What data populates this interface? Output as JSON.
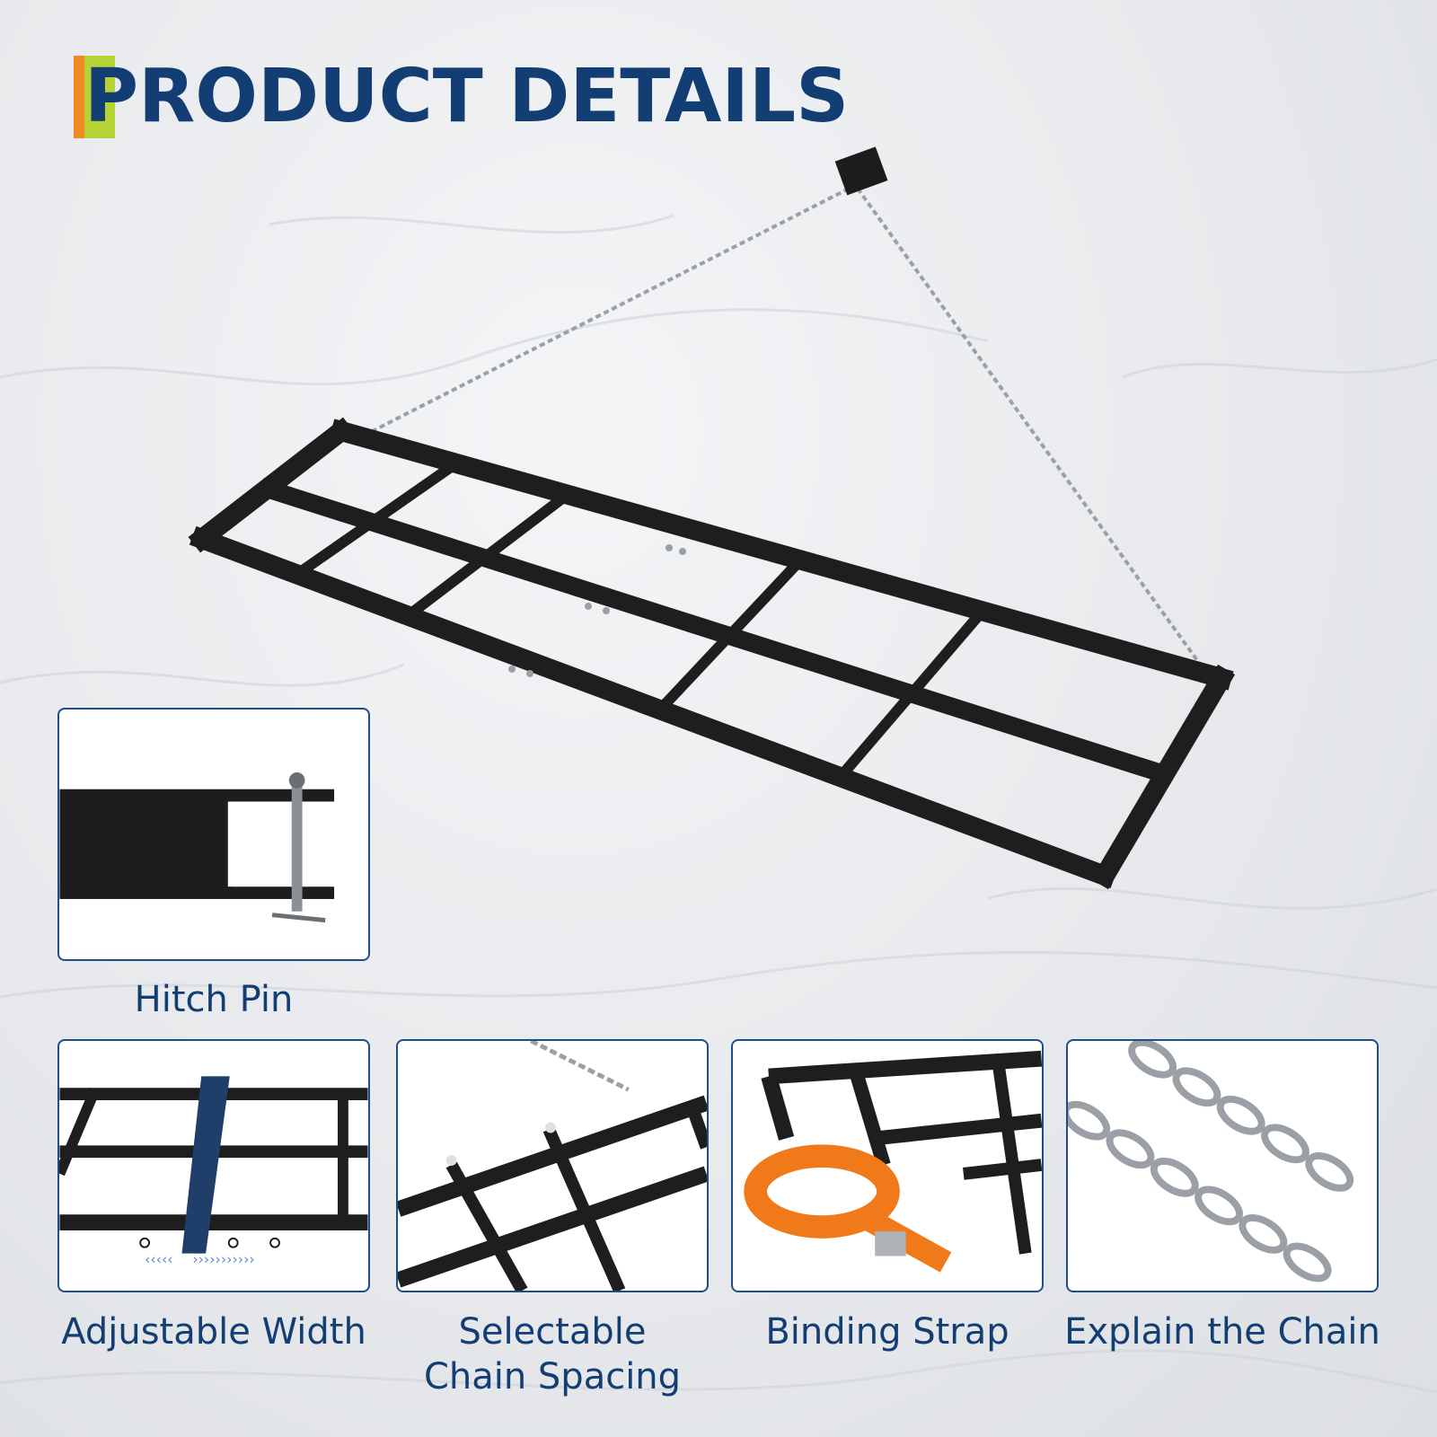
{
  "header": {
    "title": "PRODUCT DETAILS",
    "accent_colors": {
      "orange": "#f08a24",
      "green": "#b5d334",
      "navy": "#123e73"
    }
  },
  "main_image": {
    "icon": "drag-harrow-frame-icon"
  },
  "features": [
    {
      "label": "Hitch Pin",
      "icon": "hitch-pin-icon"
    },
    {
      "label": "Adjustable Width",
      "icon": "adjustable-width-icon"
    },
    {
      "label": "Selectable Chain Spacing",
      "icon": "chain-spacing-icon"
    },
    {
      "label": "Binding Strap",
      "icon": "binding-strap-icon"
    },
    {
      "label": "Explain the Chain",
      "icon": "chain-icon"
    }
  ]
}
